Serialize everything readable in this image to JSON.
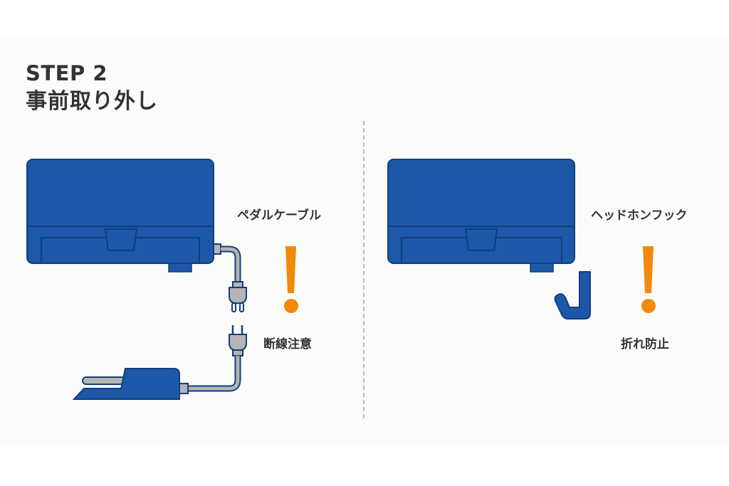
{
  "header": {
    "step": "STEP 2",
    "title": "事前取り外し"
  },
  "left_section": {
    "part_label": "ペダルケーブル",
    "warning_label": "断線注意",
    "warning_icon": "exclamation-icon"
  },
  "right_section": {
    "part_label": "ヘッドホンフック",
    "warning_label": "折れ防止",
    "warning_icon": "exclamation-icon"
  },
  "colors": {
    "device_blue": "#1d58a8",
    "outline_blue": "#0f3f7f",
    "cable_gray": "#b5b5b5",
    "warning_orange": "#f08a0c",
    "text": "#333333",
    "panel_bg": "#fbfbf9"
  }
}
